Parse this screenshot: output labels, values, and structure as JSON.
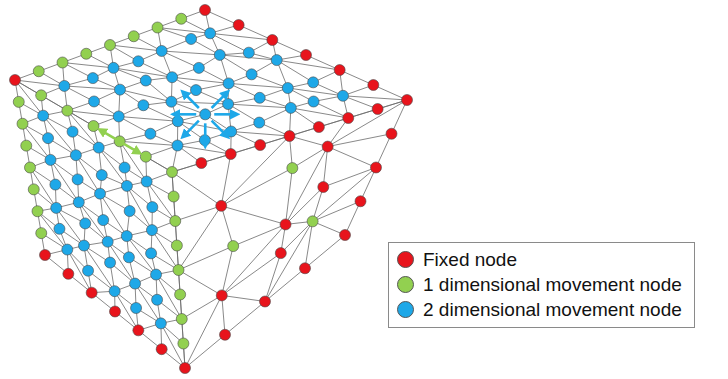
{
  "diagram": {
    "legend": [
      {
        "text": "Fixed node",
        "color": "#e8141c"
      },
      {
        "text": "1 dimensional movement node",
        "color": "#92d050"
      },
      {
        "text": "2 dimensional movement node",
        "color": "#1ea8e8"
      }
    ]
  }
}
